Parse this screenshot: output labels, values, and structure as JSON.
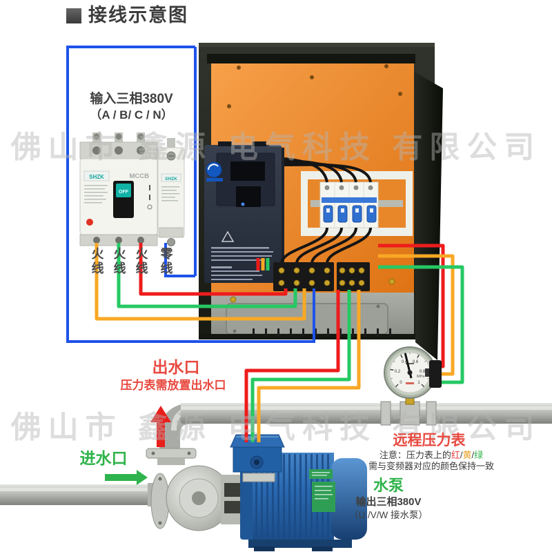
{
  "page": {
    "title": "接线示意图"
  },
  "watermark": {
    "line1": "佛山市 鑫源 电气科技 有限公司",
    "line2": "佛山市 鑫源 电气科技 有限公司"
  },
  "input_panel": {
    "label_line1": "输入三相380V",
    "label_line2": "（A / B/ C / N）",
    "mccb": {
      "brand": "SHZK",
      "type": "MCCB",
      "switch_state": "OFF"
    },
    "neutral_breaker": {
      "brand": "SHZK"
    },
    "wire_labels": [
      "火线",
      "火线",
      "火线",
      "零线"
    ]
  },
  "outlet": {
    "title": "出水口",
    "note": "压力表需放置出水口"
  },
  "inlet": {
    "title": "进水口"
  },
  "gauge": {
    "title": "远程压力表",
    "note_prefix": "注意：压力表上的",
    "red": "红",
    "sep1": "/",
    "yellow": "黄",
    "sep2": "/",
    "green": "绿",
    "note_line2": "需与变频器对应的颜色保持一致",
    "unit": "MPa",
    "ticks": [
      "0",
      "0.2",
      "0.4",
      "0.6",
      "0.8",
      "1"
    ]
  },
  "pump": {
    "title": "水泵",
    "line1": "输出三相380V",
    "line2": "（U /V/W 接水泵）"
  },
  "colors": {
    "wire_red": "#ee1c1c",
    "wire_green": "#26c863",
    "wire_orange": "#f9a825",
    "wire_blue": "#1e53ea",
    "label_red": "#e8493f",
    "label_green": "#2fb34a",
    "panel_orange": "#ef8c33",
    "pump_blue": "#2a6ab2"
  }
}
